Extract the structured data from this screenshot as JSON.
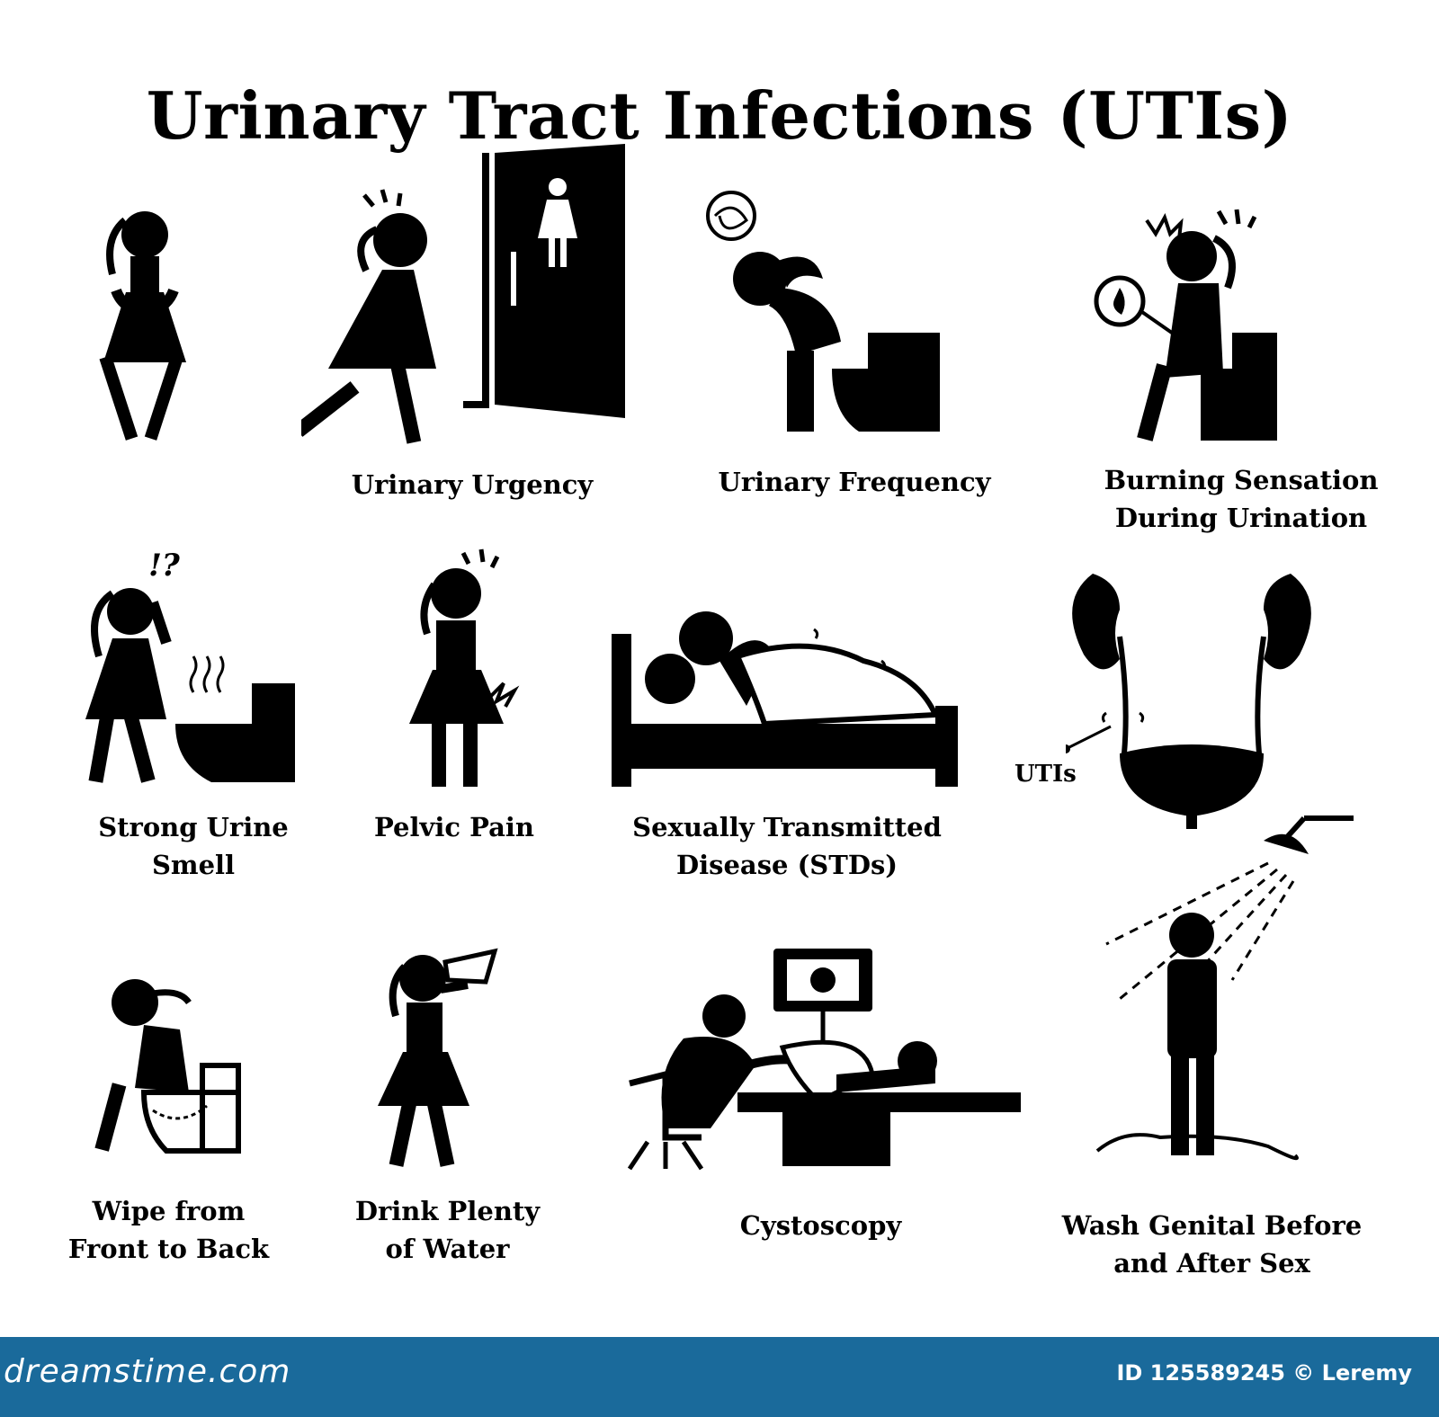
{
  "title": "Urinary Tract Infections (UTIs)",
  "icons": {
    "urgency": {
      "line1": "Urinary Urgency",
      "line2": ""
    },
    "frequency": {
      "line1": "Urinary Frequency",
      "line2": ""
    },
    "burning": {
      "line1": "Burning Sensation",
      "line2": "During Urination"
    },
    "smell": {
      "line1": "Strong Urine",
      "line2": "Smell"
    },
    "pelvic": {
      "line1": "Pelvic Pain",
      "line2": ""
    },
    "std": {
      "line1": "Sexually Transmitted",
      "line2": "Disease (STDs)"
    },
    "wipe": {
      "line1": "Wipe from",
      "line2": "Front to Back"
    },
    "water": {
      "line1": "Drink Plenty",
      "line2": "of Water"
    },
    "cystoscopy": {
      "line1": "Cystoscopy",
      "line2": ""
    },
    "wash": {
      "line1": "Wash Genital Before",
      "line2": "and After Sex"
    }
  },
  "annotations": {
    "confusion_mark": "!?",
    "uti_pointer": "UTIs"
  },
  "footer": {
    "site": "dreamstime.com",
    "id_text": "ID 125589245 © Leremy"
  },
  "colors": {
    "ink": "#000000",
    "background": "#ffffff",
    "footer_bar": "#1a6a9b"
  }
}
